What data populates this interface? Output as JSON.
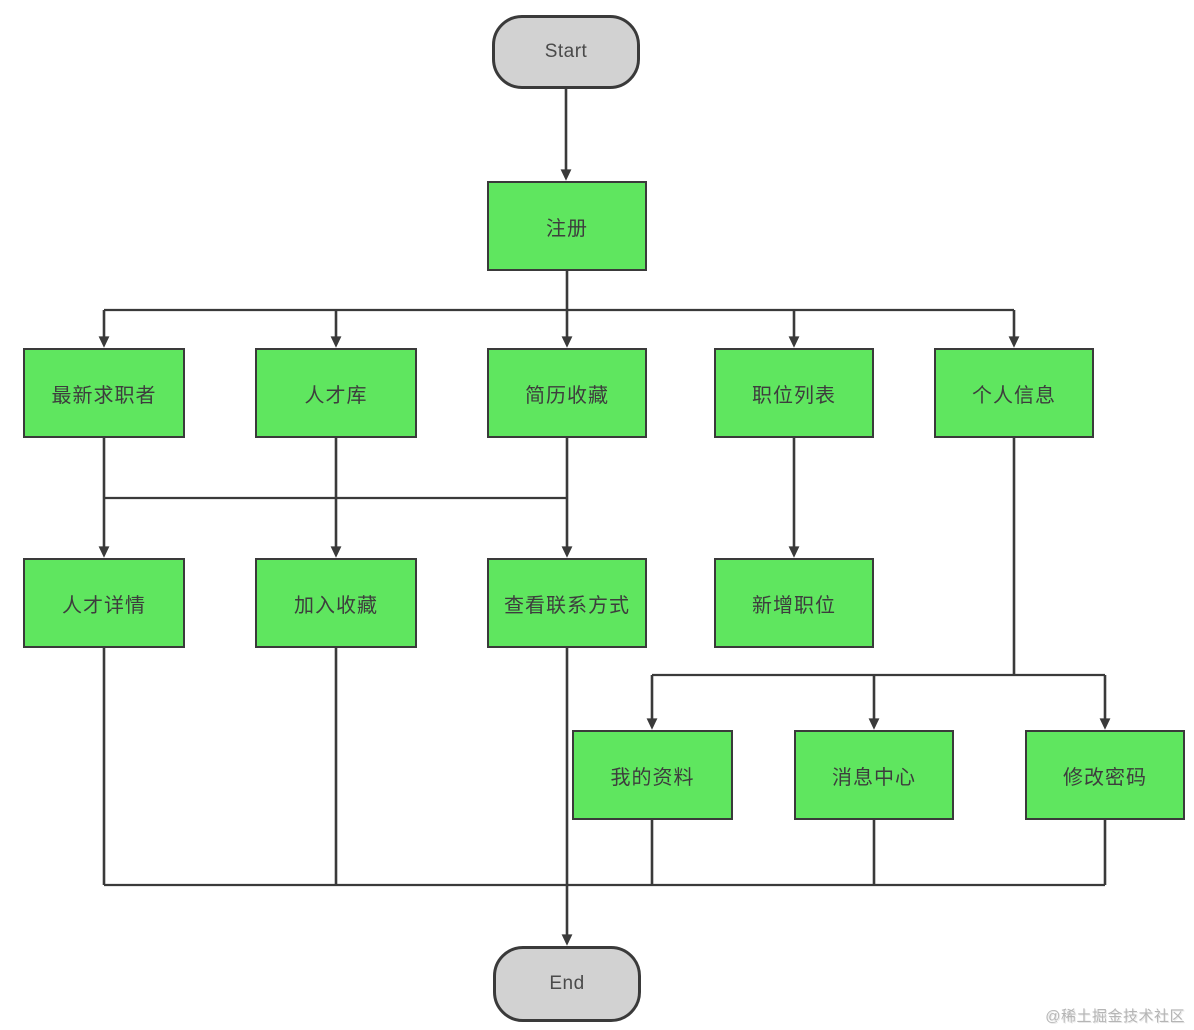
{
  "diagram": {
    "type": "flowchart",
    "nodes": {
      "start": {
        "label": "Start",
        "shape": "terminator"
      },
      "register": {
        "label": "注册",
        "shape": "process"
      },
      "newest_seekers": {
        "label": "最新求职者",
        "shape": "process"
      },
      "talent_pool": {
        "label": "人才库",
        "shape": "process"
      },
      "resume_favorites": {
        "label": "简历收藏",
        "shape": "process"
      },
      "job_list": {
        "label": "职位列表",
        "shape": "process"
      },
      "personal_info": {
        "label": "个人信息",
        "shape": "process"
      },
      "talent_detail": {
        "label": "人才详情",
        "shape": "process"
      },
      "add_favorite": {
        "label": "加入收藏",
        "shape": "process"
      },
      "view_contact": {
        "label": "查看联系方式",
        "shape": "process"
      },
      "new_job": {
        "label": "新增职位",
        "shape": "process"
      },
      "my_profile": {
        "label": "我的资料",
        "shape": "process"
      },
      "message_center": {
        "label": "消息中心",
        "shape": "process"
      },
      "change_password": {
        "label": "修改密码",
        "shape": "process"
      },
      "end": {
        "label": "End",
        "shape": "terminator"
      }
    },
    "edges": [
      {
        "from": "start",
        "to": "register"
      },
      {
        "from": "register",
        "to": "newest_seekers"
      },
      {
        "from": "register",
        "to": "talent_pool"
      },
      {
        "from": "register",
        "to": "resume_favorites"
      },
      {
        "from": "register",
        "to": "job_list"
      },
      {
        "from": "register",
        "to": "personal_info"
      },
      {
        "from": "newest_seekers",
        "to": "talent_detail"
      },
      {
        "from": "talent_pool",
        "to": "add_favorite"
      },
      {
        "from": "resume_favorites",
        "to": "view_contact"
      },
      {
        "from": "job_list",
        "to": "new_job"
      },
      {
        "from": "personal_info",
        "to": "my_profile"
      },
      {
        "from": "personal_info",
        "to": "message_center"
      },
      {
        "from": "personal_info",
        "to": "change_password"
      },
      {
        "from": "talent_detail",
        "to": "end"
      },
      {
        "from": "add_favorite",
        "to": "end"
      },
      {
        "from": "view_contact",
        "to": "end"
      },
      {
        "from": "my_profile",
        "to": "end"
      },
      {
        "from": "message_center",
        "to": "end"
      },
      {
        "from": "change_password",
        "to": "end"
      }
    ],
    "colors": {
      "process_fill": "#5fe65f",
      "terminator_fill": "#d2d2d2",
      "stroke": "#3a3a3a",
      "label_text": "#3d3d3d",
      "terminator_text": "#4a4a4a",
      "watermark": "#b2b2b2"
    },
    "watermark": "@稀土掘金技术社区"
  }
}
